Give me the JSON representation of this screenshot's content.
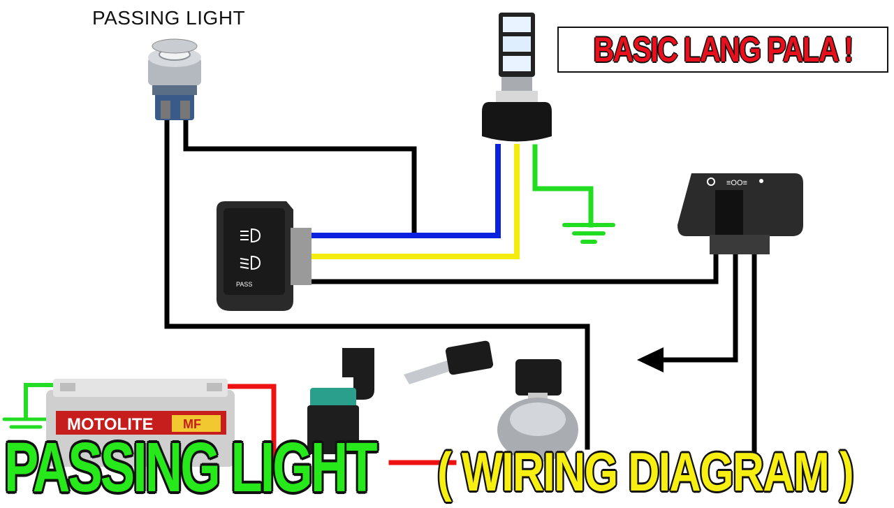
{
  "labels": {
    "passing_light_switch": "PASSING LIGHT",
    "banner": "BASIC LANG PALA !",
    "battery_brand": "MOTOLITE",
    "battery_badge": "MF",
    "switch_text": "PASS"
  },
  "title": {
    "main": "PASSING LIGHT",
    "sub": "( WIRING DIAGRAM )"
  },
  "colors": {
    "wire_black": "#000000",
    "wire_blue": "#0a22e0",
    "wire_yellow": "#f4ec0c",
    "wire_green": "#22dd22",
    "wire_red": "#ee1111",
    "banner_red": "#e8101c",
    "title_green": "#27e81a",
    "title_yellow": "#f7ee12"
  },
  "components": {
    "pushbutton": "passing-light-pushbutton",
    "bulb": "led-headlight-bulb",
    "dimmer_switch": "dimmer-switch",
    "handlebar_switch": "handlebar-light-switch",
    "battery": "battery",
    "fuse": "fuse-holder",
    "ignition": "ignition-switch-with-keys"
  }
}
